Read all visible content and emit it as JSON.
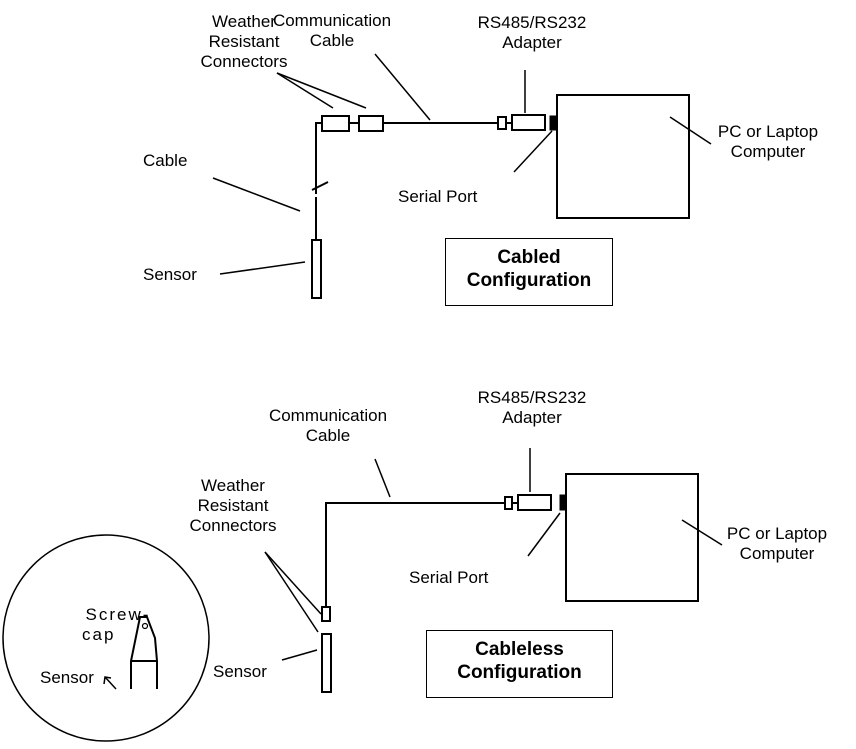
{
  "top": {
    "weather_connectors": [
      "Weather",
      "Resistant",
      "Connectors"
    ],
    "communication_cable": [
      "Communication",
      "Cable"
    ],
    "adapter": [
      "RS485/RS232",
      "Adapter"
    ],
    "computer": [
      "PC or Laptop",
      "Computer"
    ],
    "cable": "Cable",
    "serial_port": "Serial Port",
    "sensor": "Sensor",
    "config_box": [
      "Cabled",
      "Configuration"
    ]
  },
  "bottom": {
    "communication_cable": [
      "Communication",
      "Cable"
    ],
    "adapter": [
      "RS485/RS232",
      "Adapter"
    ],
    "weather_connectors": [
      "Weather",
      "Resistant",
      "Connectors"
    ],
    "computer": [
      "PC or Laptop",
      "Computer"
    ],
    "serial_port": "Serial Port",
    "sensor": "Sensor",
    "config_box": [
      "Cableless",
      "Configuration"
    ]
  },
  "inset": {
    "screwcap": [
      "Screw-",
      "cap"
    ],
    "sensor": "Sensor"
  }
}
